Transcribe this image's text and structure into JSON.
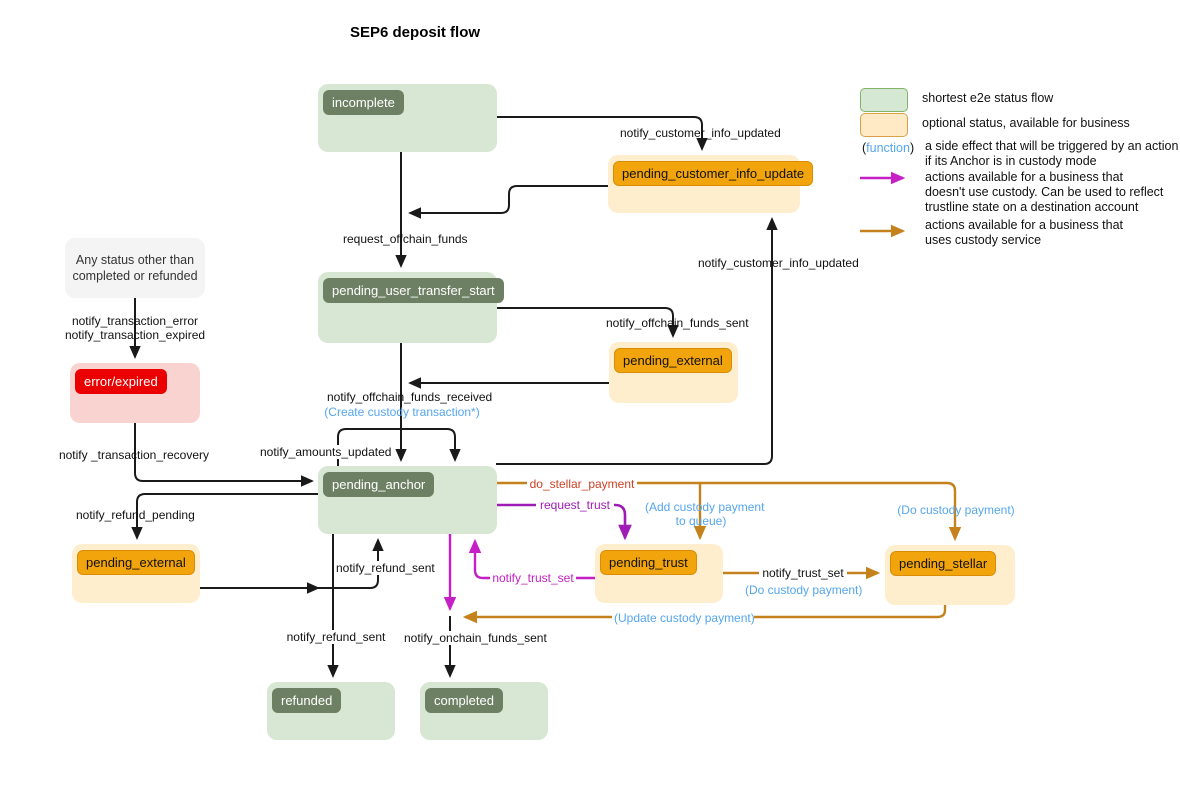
{
  "title": "SEP6 deposit flow",
  "colors": {
    "flow_green_fill": "#d7e7d3",
    "flow_green_chip": "#6e8064",
    "legend_green_border": "#82b366",
    "optional_yellow_fill": "#ffeecd",
    "optional_orange_chip": "#f2a40c",
    "legend_yellow_border": "#d8a24a",
    "error_pink_fill": "#f8d3cf",
    "error_red_chip": "#ea0000",
    "note_gray_fill": "#f4f4f4",
    "function_blue": "#55a6ee",
    "magenta_arrow": "#c51fc5",
    "purple_arrow": "#9e1cb5",
    "orange_arrow": "#c5821c",
    "do_stellar_payment_text": "#cc4125",
    "line_black": "#1a1a1a"
  },
  "nodes": {
    "incomplete": "incomplete",
    "pending_customer_info_update": "pending_customer_info_update",
    "pending_user_transfer_start": "pending_user_transfer_start",
    "pending_external_top": "pending_external",
    "pending_anchor": "pending_anchor",
    "pending_trust": "pending_trust",
    "pending_stellar": "pending_stellar",
    "error_expired": "error/expired",
    "pending_external_refund": "pending_external",
    "refunded": "refunded",
    "completed": "completed",
    "any_status_line1": "Any status other than",
    "any_status_line2": "completed or refunded"
  },
  "edge_labels": {
    "notify_customer_info_updated_top": "notify_customer_info_updated",
    "notify_customer_info_updated_right": "notify_customer_info_updated",
    "request_offchain_funds": "request_offchain_funds",
    "notify_offchain_funds_sent": "notify_offchain_funds_sent",
    "notify_offchain_funds_received": "notify_offchain_funds_received",
    "create_custody_transaction": "(Create custody transaction*)",
    "notify_amounts_updated": "notify_amounts_updated",
    "notify_transaction_error": "notify_transaction_error",
    "notify_transaction_expired": "notify_transaction_expired",
    "notify_transaction_recovery": "notify _transaction_recovery",
    "notify_refund_pending": "notify_refund_pending",
    "notify_refund_sent_to_anchor": "notify_refund_sent",
    "notify_refund_sent_to_refunded": "notify_refund_sent",
    "notify_onchain_funds_sent": "notify_onchain_funds_sent",
    "do_stellar_payment": "do_stellar_payment",
    "add_custody_payment_line1": "(Add custody payment",
    "add_custody_payment_line2": "to queue)",
    "do_custody_payment_right": "(Do custody payment)",
    "do_custody_payment_mid": "(Do custody payment)",
    "update_custody_payment": "(Update custody payment)",
    "request_trust": "request_trust",
    "notify_trust_set_left": "notify_trust_set",
    "notify_trust_set_right": "notify_trust_set"
  },
  "legend": {
    "green_label": "shortest e2e status flow",
    "yellow_label": "optional status, available for business",
    "function_open": "(",
    "function_word": "function",
    "function_close": ")",
    "function_line1": "a side effect that will be triggered by an action",
    "function_line2": "if its Anchor is in custody mode",
    "magenta_line1": "actions available for a business that",
    "magenta_line2": "doesn't use custody. Can be used to reflect",
    "magenta_line3": "trustline state on a destination account",
    "orange_line1": "actions available for a business that",
    "orange_line2": "uses custody service"
  }
}
